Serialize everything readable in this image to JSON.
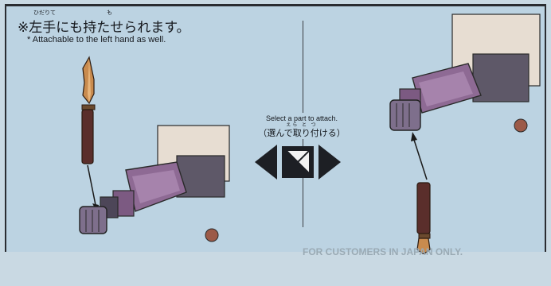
{
  "instruction": {
    "ruby_left": "ひだりて",
    "ruby_mochi": "も",
    "note_jp": "※左手にも持たせられます。",
    "note_en": "* Attachable to the left hand as well."
  },
  "selector": {
    "label_en": "Select a part to attach.",
    "ruby": "えら  と  つ",
    "label_jp": "（選んで取り付ける）"
  },
  "footer_ghost": {
    "line1": "FOR CUSTOMERS IN JAPAN ONLY."
  },
  "colors": {
    "background": "#bcd3e2",
    "arm_purple": "#8e6a94",
    "arm_dark": "#4d4658",
    "blade_orange": "#c98b4e",
    "handle_brown": "#5a2e2b"
  }
}
